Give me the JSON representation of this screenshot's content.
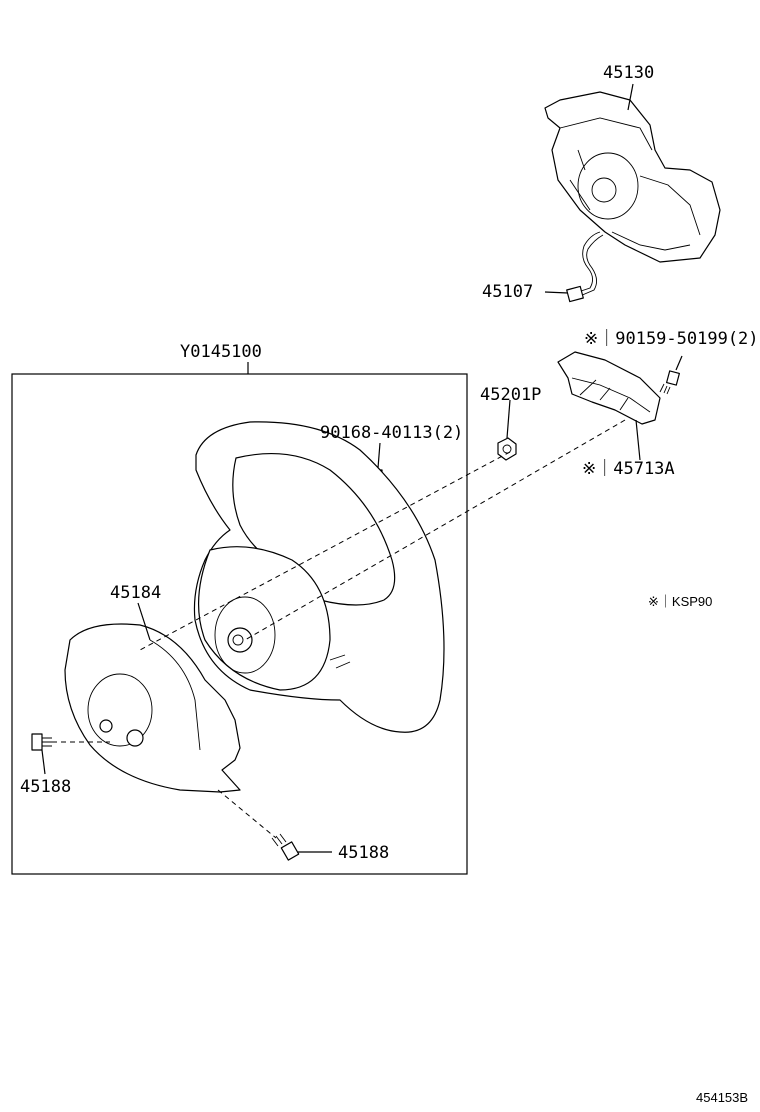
{
  "labels": {
    "airbag": "45130",
    "airbag_connector": "45107",
    "assembly": "Y0145100",
    "screw_upper": "90168-40113(2)",
    "nut": "45201P",
    "switch_screw": "※｜90159-50199(2)",
    "switch": "※｜45713A",
    "note": "※｜KSP90",
    "cover": "45184",
    "bolt_left": "45188",
    "bolt_bottom": "45188",
    "figure_id": "454153B"
  },
  "icons": [
    "airbag-module-icon",
    "connector-cable-icon",
    "steering-wheel-icon",
    "lower-cover-icon",
    "nut-icon",
    "screw-icon",
    "bolt-icon",
    "switch-unit-icon"
  ]
}
